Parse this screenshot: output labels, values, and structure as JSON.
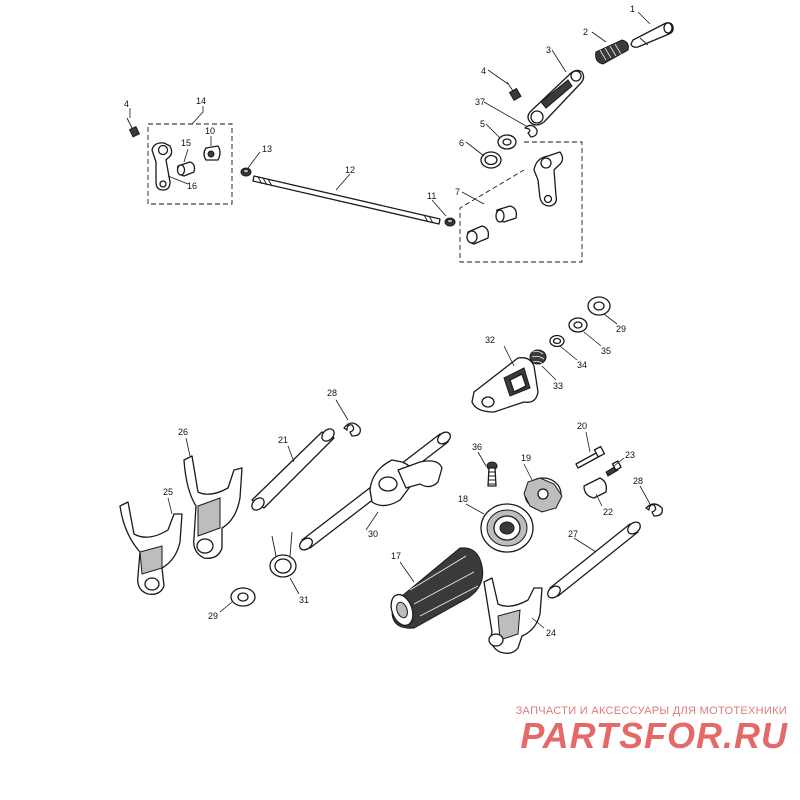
{
  "callouts": [
    {
      "id": "c1",
      "text": "1"
    },
    {
      "id": "c2",
      "text": "2"
    },
    {
      "id": "c3",
      "text": "3"
    },
    {
      "id": "c4a",
      "text": "4"
    },
    {
      "id": "c37",
      "text": "37"
    },
    {
      "id": "c5",
      "text": "5"
    },
    {
      "id": "c6",
      "text": "6"
    },
    {
      "id": "c7",
      "text": "7"
    },
    {
      "id": "c4b",
      "text": "4"
    },
    {
      "id": "c14",
      "text": "14"
    },
    {
      "id": "c15",
      "text": "15"
    },
    {
      "id": "c10",
      "text": "10"
    },
    {
      "id": "c16",
      "text": "16"
    },
    {
      "id": "c13",
      "text": "13"
    },
    {
      "id": "c12",
      "text": "12"
    },
    {
      "id": "c11",
      "text": "11"
    },
    {
      "id": "c29a",
      "text": "29"
    },
    {
      "id": "c35",
      "text": "35"
    },
    {
      "id": "c34",
      "text": "34"
    },
    {
      "id": "c32",
      "text": "32"
    },
    {
      "id": "c33",
      "text": "33"
    },
    {
      "id": "c28a",
      "text": "28"
    },
    {
      "id": "c26",
      "text": "26"
    },
    {
      "id": "c21",
      "text": "21"
    },
    {
      "id": "c25",
      "text": "25"
    },
    {
      "id": "c36",
      "text": "36"
    },
    {
      "id": "c20",
      "text": "20"
    },
    {
      "id": "c23",
      "text": "23"
    },
    {
      "id": "c19",
      "text": "19"
    },
    {
      "id": "c18",
      "text": "18"
    },
    {
      "id": "c22",
      "text": "22"
    },
    {
      "id": "c28b",
      "text": "28"
    },
    {
      "id": "c30",
      "text": "30"
    },
    {
      "id": "c27",
      "text": "27"
    },
    {
      "id": "c31",
      "text": "31"
    },
    {
      "id": "c17",
      "text": "17"
    },
    {
      "id": "c29b",
      "text": "29"
    },
    {
      "id": "c24",
      "text": "24"
    }
  ],
  "watermark": {
    "tagline": "ЗАПЧАСТИ И АКСЕССУАРЫ ДЛЯ МОТОТЕХНИКИ",
    "logo": "PARTSFOR.RU",
    "tagline_color": "#e07a7a",
    "logo_color": "#e46a6a"
  }
}
